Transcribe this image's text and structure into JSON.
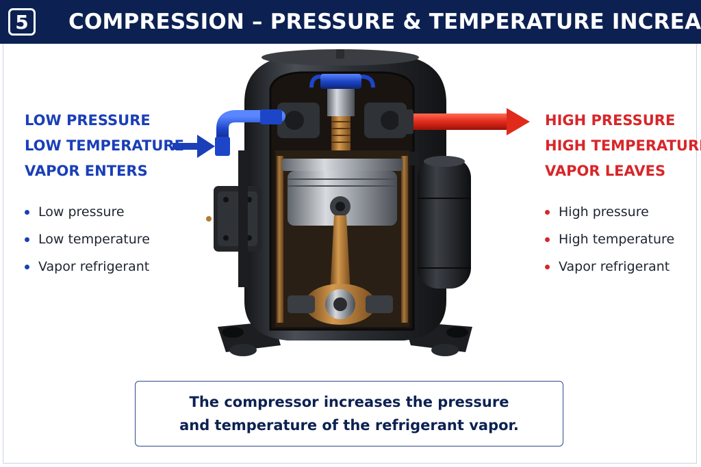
{
  "header": {
    "step_number": "5",
    "title": "COMPRESSION – PRESSURE & TEMPERATURE INCREASE"
  },
  "inlet": {
    "heading_lines": [
      "LOW PRESSURE",
      "LOW TEMPERATURE",
      "VAPOR ENTERS"
    ],
    "bullets": [
      "Low pressure",
      "Low temperature",
      "Vapor refrigerant"
    ],
    "color": "#1a3fb8"
  },
  "outlet": {
    "heading_lines": [
      "HIGH PRESSURE",
      "HIGH TEMPERATURE",
      "VAPOR LEAVES"
    ],
    "bullets": [
      "High pressure",
      "High temperature",
      "Vapor refrigerant"
    ],
    "color": "#d8262a"
  },
  "caption": {
    "lines": [
      "The compressor increases the pressure",
      "and temperature of the refrigerant vapor."
    ]
  },
  "colors": {
    "header_bg": "#0c2152",
    "caption_text": "#0c2152",
    "compressor_shell": "#2b2e33",
    "copper": "#b57a33"
  },
  "icons": [
    "compressor-cutaway",
    "inlet-arrow",
    "outlet-arrow"
  ]
}
